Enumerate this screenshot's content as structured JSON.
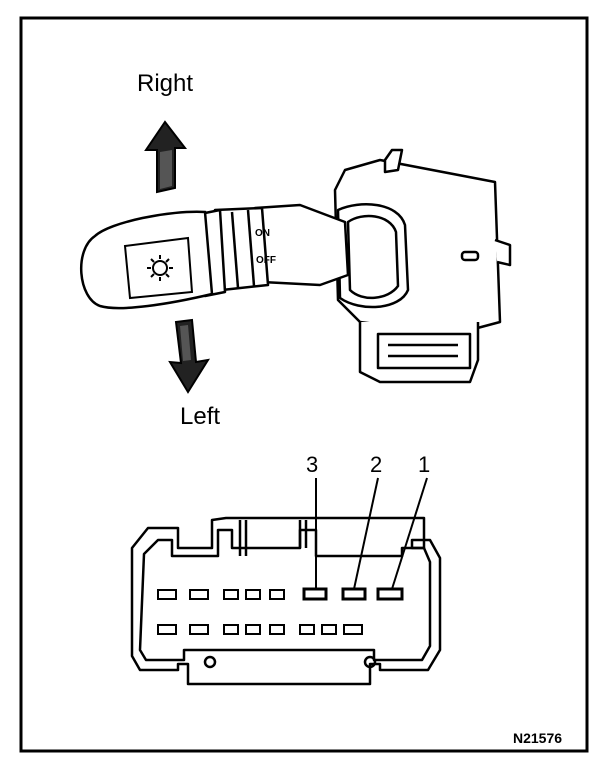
{
  "labels": {
    "right": "Right",
    "left": "Left",
    "stalk_on": "ON",
    "stalk_off": "OFF"
  },
  "connector": {
    "pins": [
      "3",
      "2",
      "1"
    ],
    "highlight_color": "#000000"
  },
  "figure_code": "N21576",
  "icons": [
    "arrow-up-icon",
    "arrow-down-icon",
    "headlight-icon"
  ],
  "colors": {
    "ink": "#000000",
    "paper": "#ffffff"
  }
}
